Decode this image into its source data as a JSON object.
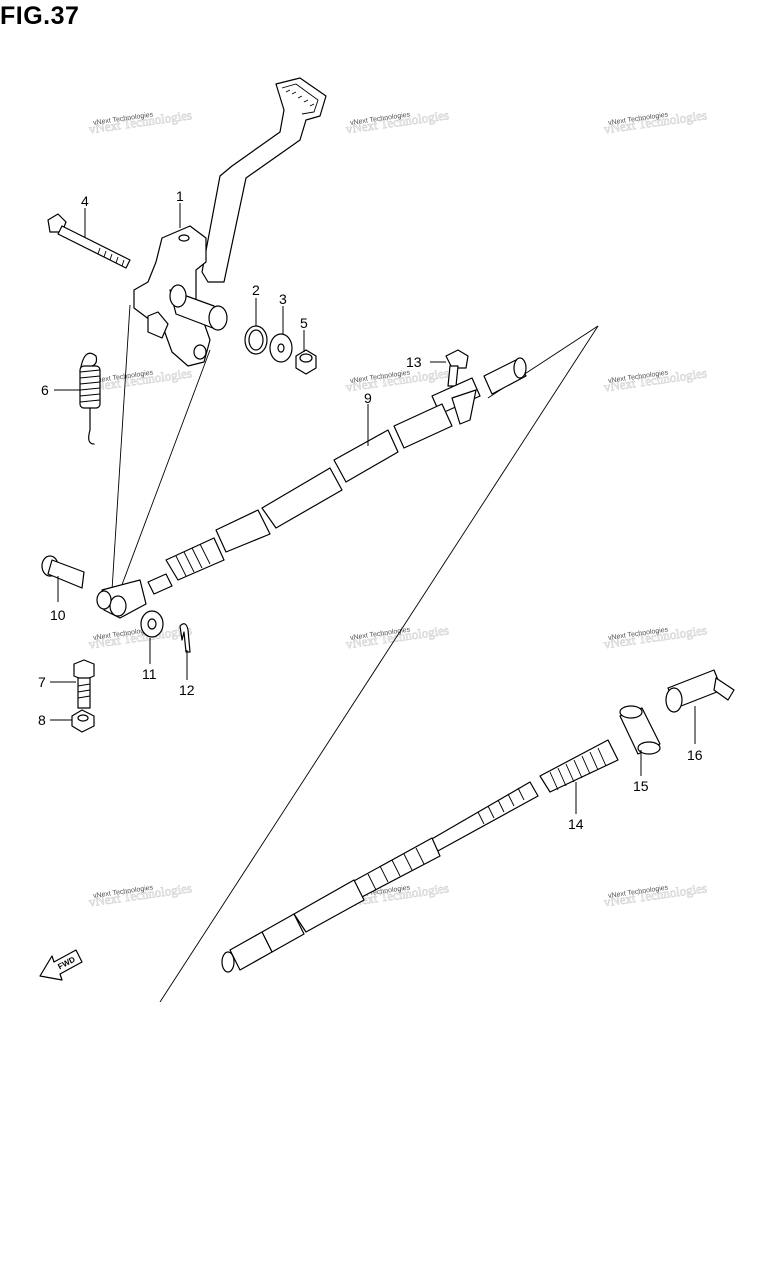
{
  "figure": {
    "title": "FIG.37"
  },
  "watermark": {
    "text": "vNext Technologies"
  },
  "fwd_label": "FWD",
  "callouts": [
    "1",
    "2",
    "3",
    "4",
    "5",
    "6",
    "7",
    "8",
    "9",
    "10",
    "11",
    "12",
    "13",
    "14",
    "15",
    "16"
  ]
}
